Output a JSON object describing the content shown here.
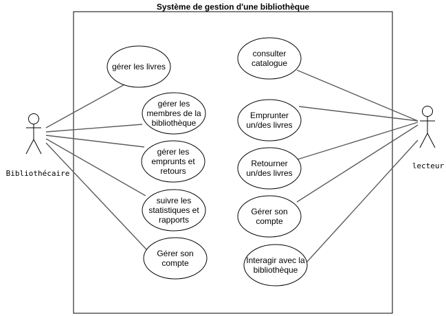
{
  "system": {
    "title": "Système de gestion d'une bibliothèque"
  },
  "actors": {
    "librarian": {
      "name": "Bibliothécaire"
    },
    "reader": {
      "name": "lecteur"
    }
  },
  "use_cases": {
    "manage_books": [
      "gérer les livres"
    ],
    "manage_members": [
      "gérer les",
      "membres de la",
      "bibliothèque"
    ],
    "manage_loans": [
      "gérer les",
      "emprunts et",
      "retours"
    ],
    "statistics": [
      "suivre les",
      "statistiques et",
      "rapports"
    ],
    "librarian_account": [
      "Gérer son",
      "compte"
    ],
    "browse_catalog": [
      "consulter",
      "catalogue"
    ],
    "borrow_books": [
      "Emprunter",
      "un/des livres"
    ],
    "return_books": [
      "Retourner",
      "un/des livres"
    ],
    "reader_account": [
      "Gérer son",
      "compte"
    ],
    "interact_library": [
      "Interagir avec la",
      "bibliothèque"
    ]
  },
  "associations": [
    [
      "librarian",
      "manage_books"
    ],
    [
      "librarian",
      "manage_members"
    ],
    [
      "librarian",
      "manage_loans"
    ],
    [
      "librarian",
      "statistics"
    ],
    [
      "librarian",
      "librarian_account"
    ],
    [
      "reader",
      "browse_catalog"
    ],
    [
      "reader",
      "borrow_books"
    ],
    [
      "reader",
      "return_books"
    ],
    [
      "reader",
      "reader_account"
    ],
    [
      "reader",
      "interact_library"
    ]
  ]
}
